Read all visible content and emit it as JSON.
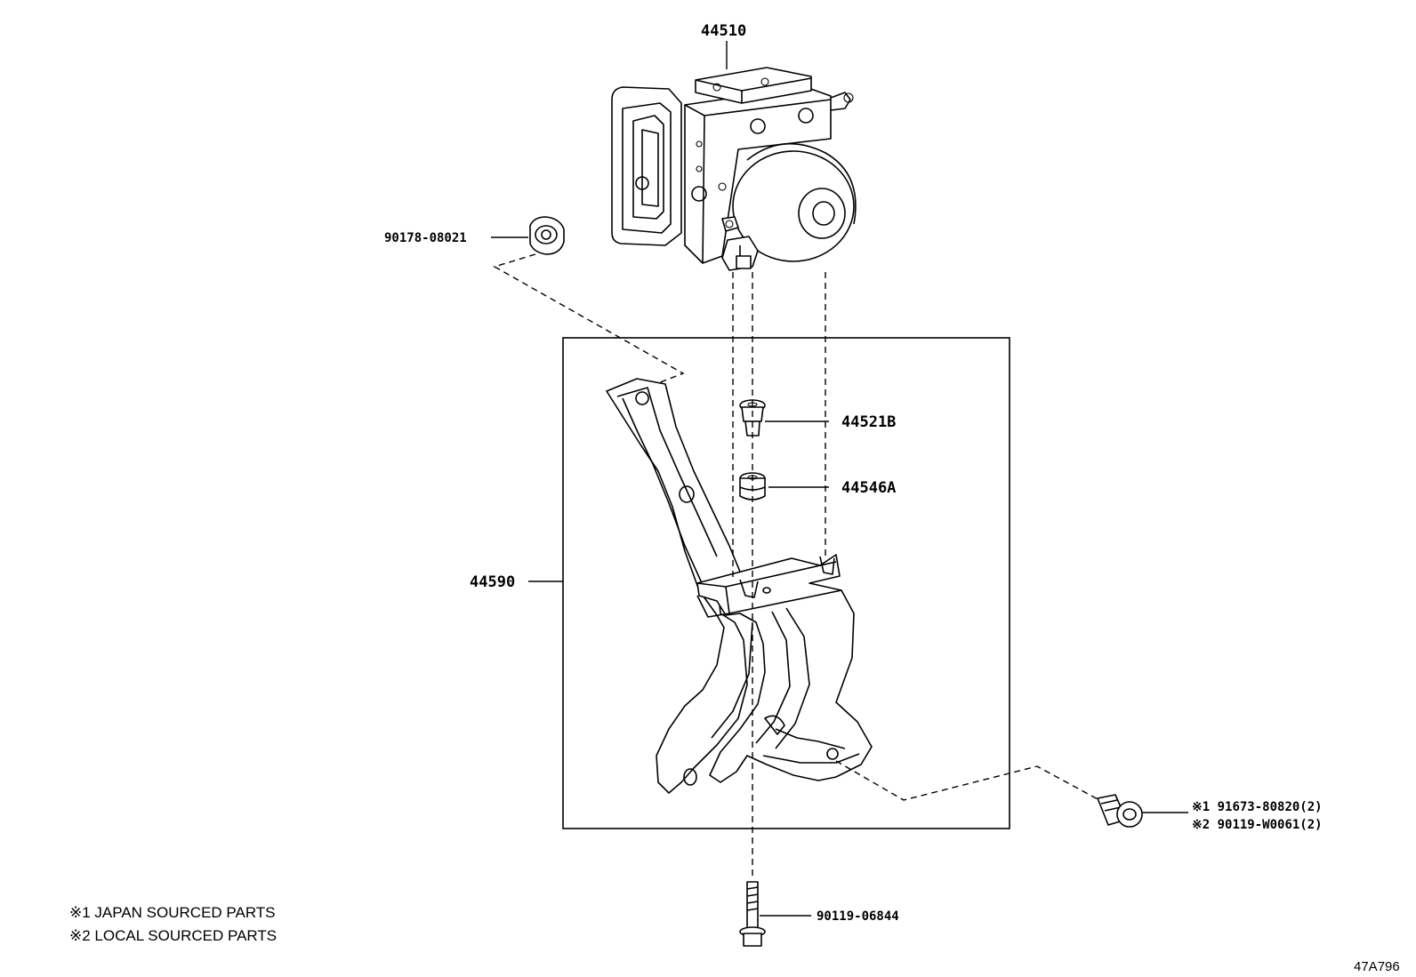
{
  "parts": {
    "actuator": "44510",
    "nut": "90178-08021",
    "collar": "44521B",
    "cushion": "44546A",
    "bracket": "44590",
    "bolt_a_label": "※1 91673-80820(2)",
    "bolt_b_label": "※2 90119-W0061(2)",
    "bolt_lower": "90119-06844"
  },
  "notes": [
    "※1 JAPAN SOURCED PARTS",
    "※2 LOCAL SOURCED PARTS"
  ],
  "reference": "47A796"
}
